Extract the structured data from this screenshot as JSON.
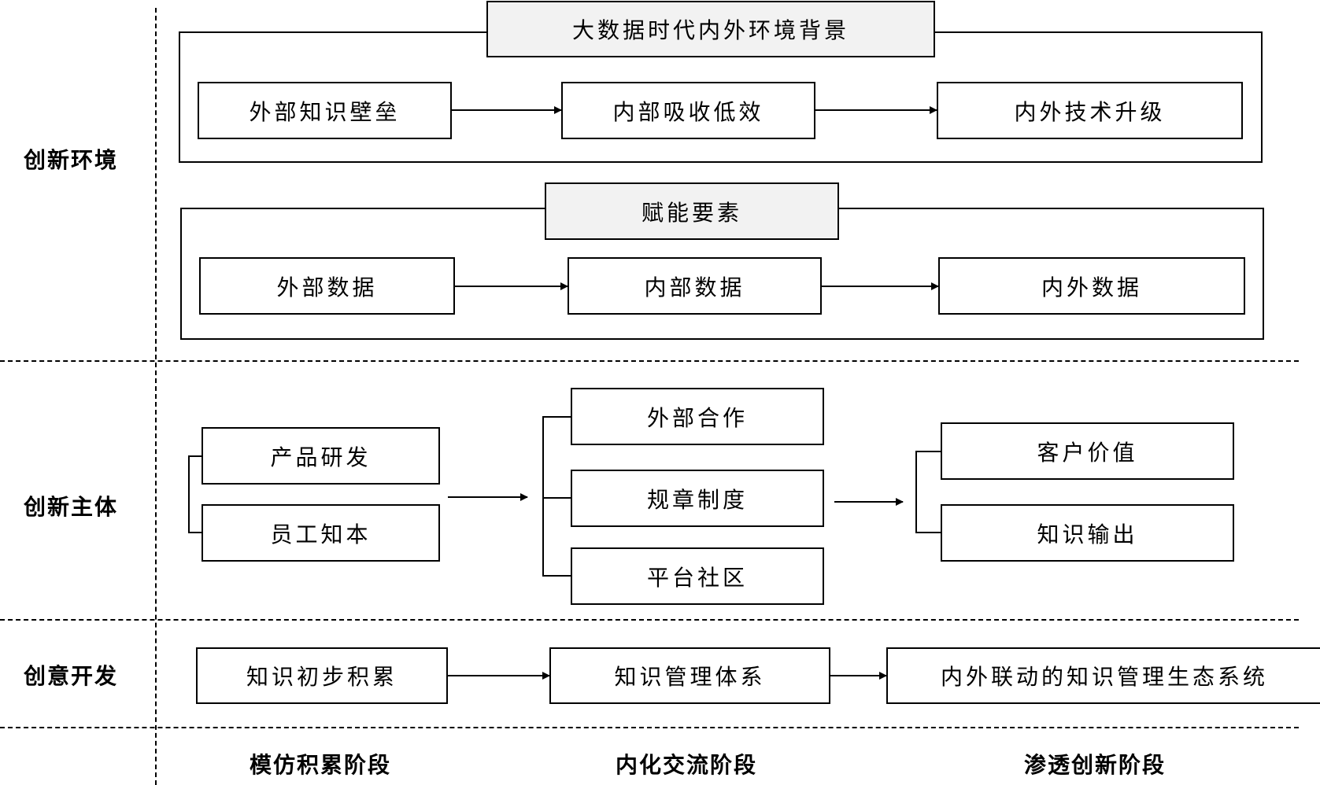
{
  "rows": {
    "environment": "创新环境",
    "subject": "创新主体",
    "development": "创意开发"
  },
  "environment": {
    "background": {
      "header": "大数据时代内外环境背景",
      "items": [
        "外部知识壁垒",
        "内部吸收低效",
        "内外技术升级"
      ]
    },
    "enablers": {
      "header": "赋能要素",
      "items": [
        "外部数据",
        "内部数据",
        "内外数据"
      ]
    }
  },
  "subject": {
    "stage1": [
      "产品研发",
      "员工知本"
    ],
    "stage2": [
      "外部合作",
      "规章制度",
      "平台社区"
    ],
    "stage3": [
      "客户价值",
      "知识输出"
    ]
  },
  "development": {
    "items": [
      "知识初步积累",
      "知识管理体系",
      "内外联动的知识管理生态系统"
    ]
  },
  "stages": [
    "模仿积累阶段",
    "内化交流阶段",
    "渗透创新阶段"
  ]
}
